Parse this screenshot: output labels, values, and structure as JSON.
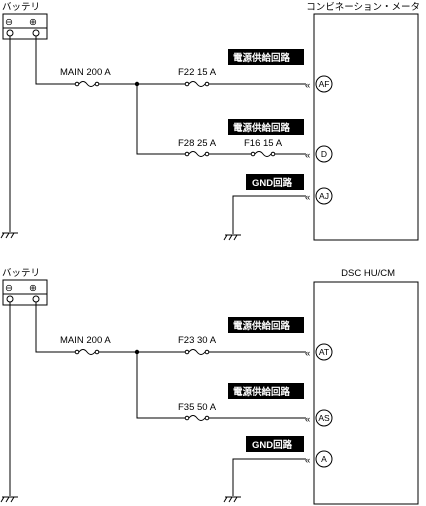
{
  "diagram_top": {
    "battery_label": "バッテリ",
    "battery_neg": "⊖",
    "battery_pos": "⊕",
    "module_title": "コンビネーション・メータ",
    "main_fuse": "MAIN 200 A",
    "fuse_1": "F22 15 A",
    "fuse_2": "F28 25 A",
    "fuse_3": "F16 15 A",
    "tag_1": "電源供給回路",
    "tag_2": "電源供給回路",
    "tag_3": "GND回路",
    "pin_1": "AF",
    "pin_2": "D",
    "pin_3": "AJ",
    "arrow": "«"
  },
  "diagram_bottom": {
    "battery_label": "バッテリ",
    "battery_neg": "⊖",
    "battery_pos": "⊕",
    "module_title": "DSC HU/CM",
    "main_fuse": "MAIN 200 A",
    "fuse_1": "F23 30 A",
    "fuse_2": "F35 50 A",
    "tag_1": "電源供給回路",
    "tag_2": "電源供給回路",
    "tag_3": "GND回路",
    "pin_1": "AT",
    "pin_2": "AS",
    "pin_3": "A",
    "arrow": "«"
  }
}
